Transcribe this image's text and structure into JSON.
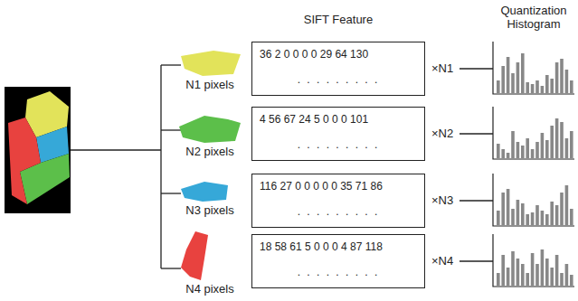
{
  "diagram": {
    "nodes": [
      {
        "text": [
          "N1 pixels"
        ]
      },
      {
        "text": [
          "36 2 0 0 0 0 29 64 130",
          ". . . . . . . . ."
        ]
      },
      {
        "text": [
          "N2 pixels"
        ]
      },
      {
        "text": [
          "4 56 67 24 5 0 0 0 101",
          ". . . . . . . . ."
        ]
      },
      {
        "text": [
          "N3 pixels"
        ]
      },
      {
        "text": [
          "116 27 0 0 0 0 0 35 71 86",
          ". . . . . . . . ."
        ]
      },
      {
        "text": [
          "N4 pixels"
        ]
      },
      {
        "text": [
          "18 58 61 5 0 0 0 4 87 118",
          ". . . . . . . . ."
        ]
      }
    ],
    "labels": [
      "SIFT Feature",
      "Quantization Histogram",
      "×N1",
      "×N2",
      "×N3",
      "×N4"
    ]
  }
}
